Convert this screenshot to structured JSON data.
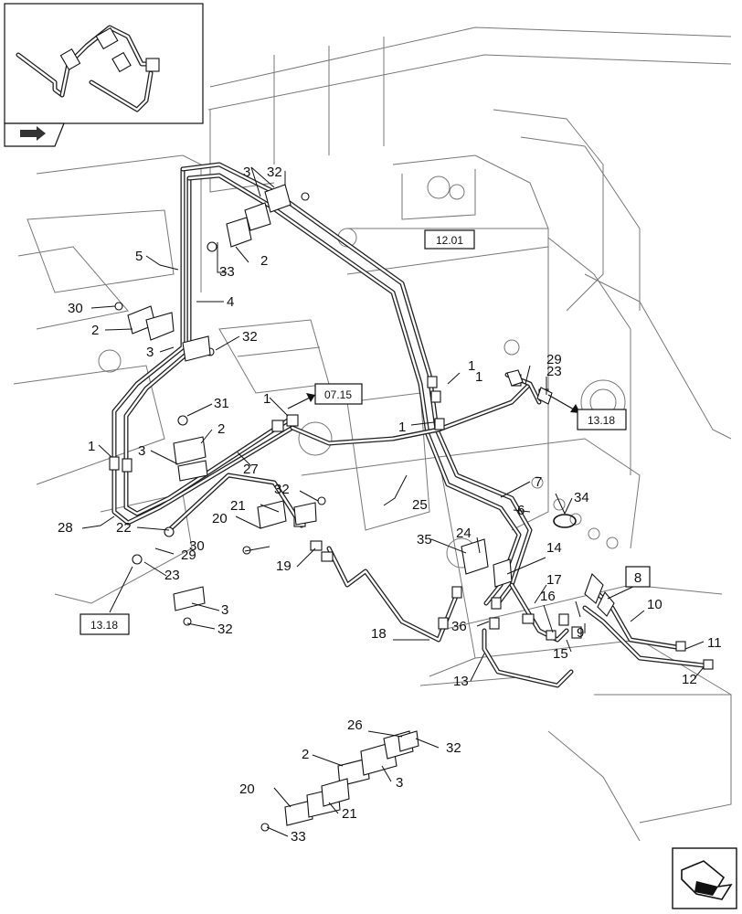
{
  "diagram": {
    "callouts": [
      "1",
      "1",
      "1",
      "1",
      "1",
      "2",
      "2",
      "2",
      "2",
      "3",
      "3",
      "3",
      "3",
      "3",
      "4",
      "5",
      "6",
      "7",
      "8",
      "9",
      "10",
      "11",
      "12",
      "13",
      "14",
      "15",
      "16",
      "17",
      "18",
      "19",
      "20",
      "20",
      "21",
      "21",
      "22",
      "23",
      "23",
      "24",
      "25",
      "26",
      "27",
      "28",
      "29",
      "29",
      "30",
      "30",
      "31",
      "32",
      "32",
      "32",
      "32",
      "32",
      "33",
      "33",
      "34",
      "35",
      "36"
    ],
    "references": [
      "12.01",
      "07.15",
      "13.18",
      "13.18"
    ],
    "boxed_item": "8"
  }
}
